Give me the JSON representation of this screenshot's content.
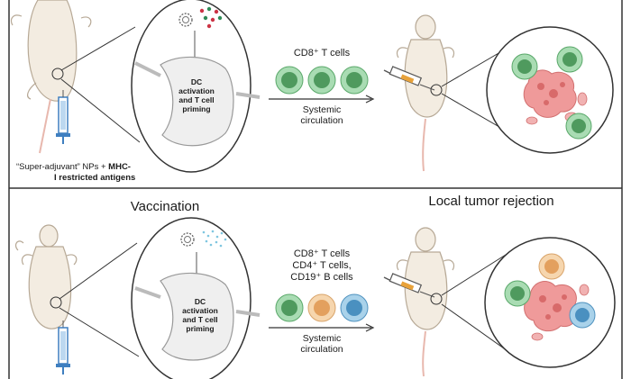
{
  "panels": {
    "top": {
      "ln_text": "DC activation and T cell priming",
      "ln_lines": [
        "DC",
        "activation",
        "and T cell",
        "priming"
      ],
      "cells_title": "CD8⁺ T cells",
      "arrow_label": [
        "Systemic",
        "circulation"
      ],
      "caption_part1": "“Super-adjuvant” NPs + ",
      "caption_part2": "MHC-",
      "caption_line2": "I restricted antigens",
      "cell_colors": [
        "#7fc68c",
        "#7fc68c",
        "#7fc68c"
      ]
    },
    "middle": {
      "left_heading": "Vaccination",
      "right_heading": "Local tumor rejection"
    },
    "bottom": {
      "ln_lines": [
        "DC",
        "activation",
        "and T cell",
        "priming"
      ],
      "cells_lines": [
        "CD8⁺ T cells",
        "CD4⁺ T cells,",
        "CD19⁺ B cells"
      ],
      "arrow_label": [
        "Systemic",
        "circulation"
      ],
      "cell_colors": [
        "#7fc68c",
        "#f2c08a",
        "#6fb0d8"
      ]
    }
  },
  "colors": {
    "divider": "#333333",
    "mouse": "#f3ece1",
    "mouse_outline": "#b7a996",
    "syringe": "#3f7fc0",
    "tumor": "#e88a8a",
    "cell_green": "#7fc68c",
    "cell_orange": "#f2c08a",
    "cell_blue": "#6fb0d8",
    "red_particle": "#cc3344",
    "green_particle": "#2e8b57",
    "cyan_particle": "#7fc6e0"
  }
}
